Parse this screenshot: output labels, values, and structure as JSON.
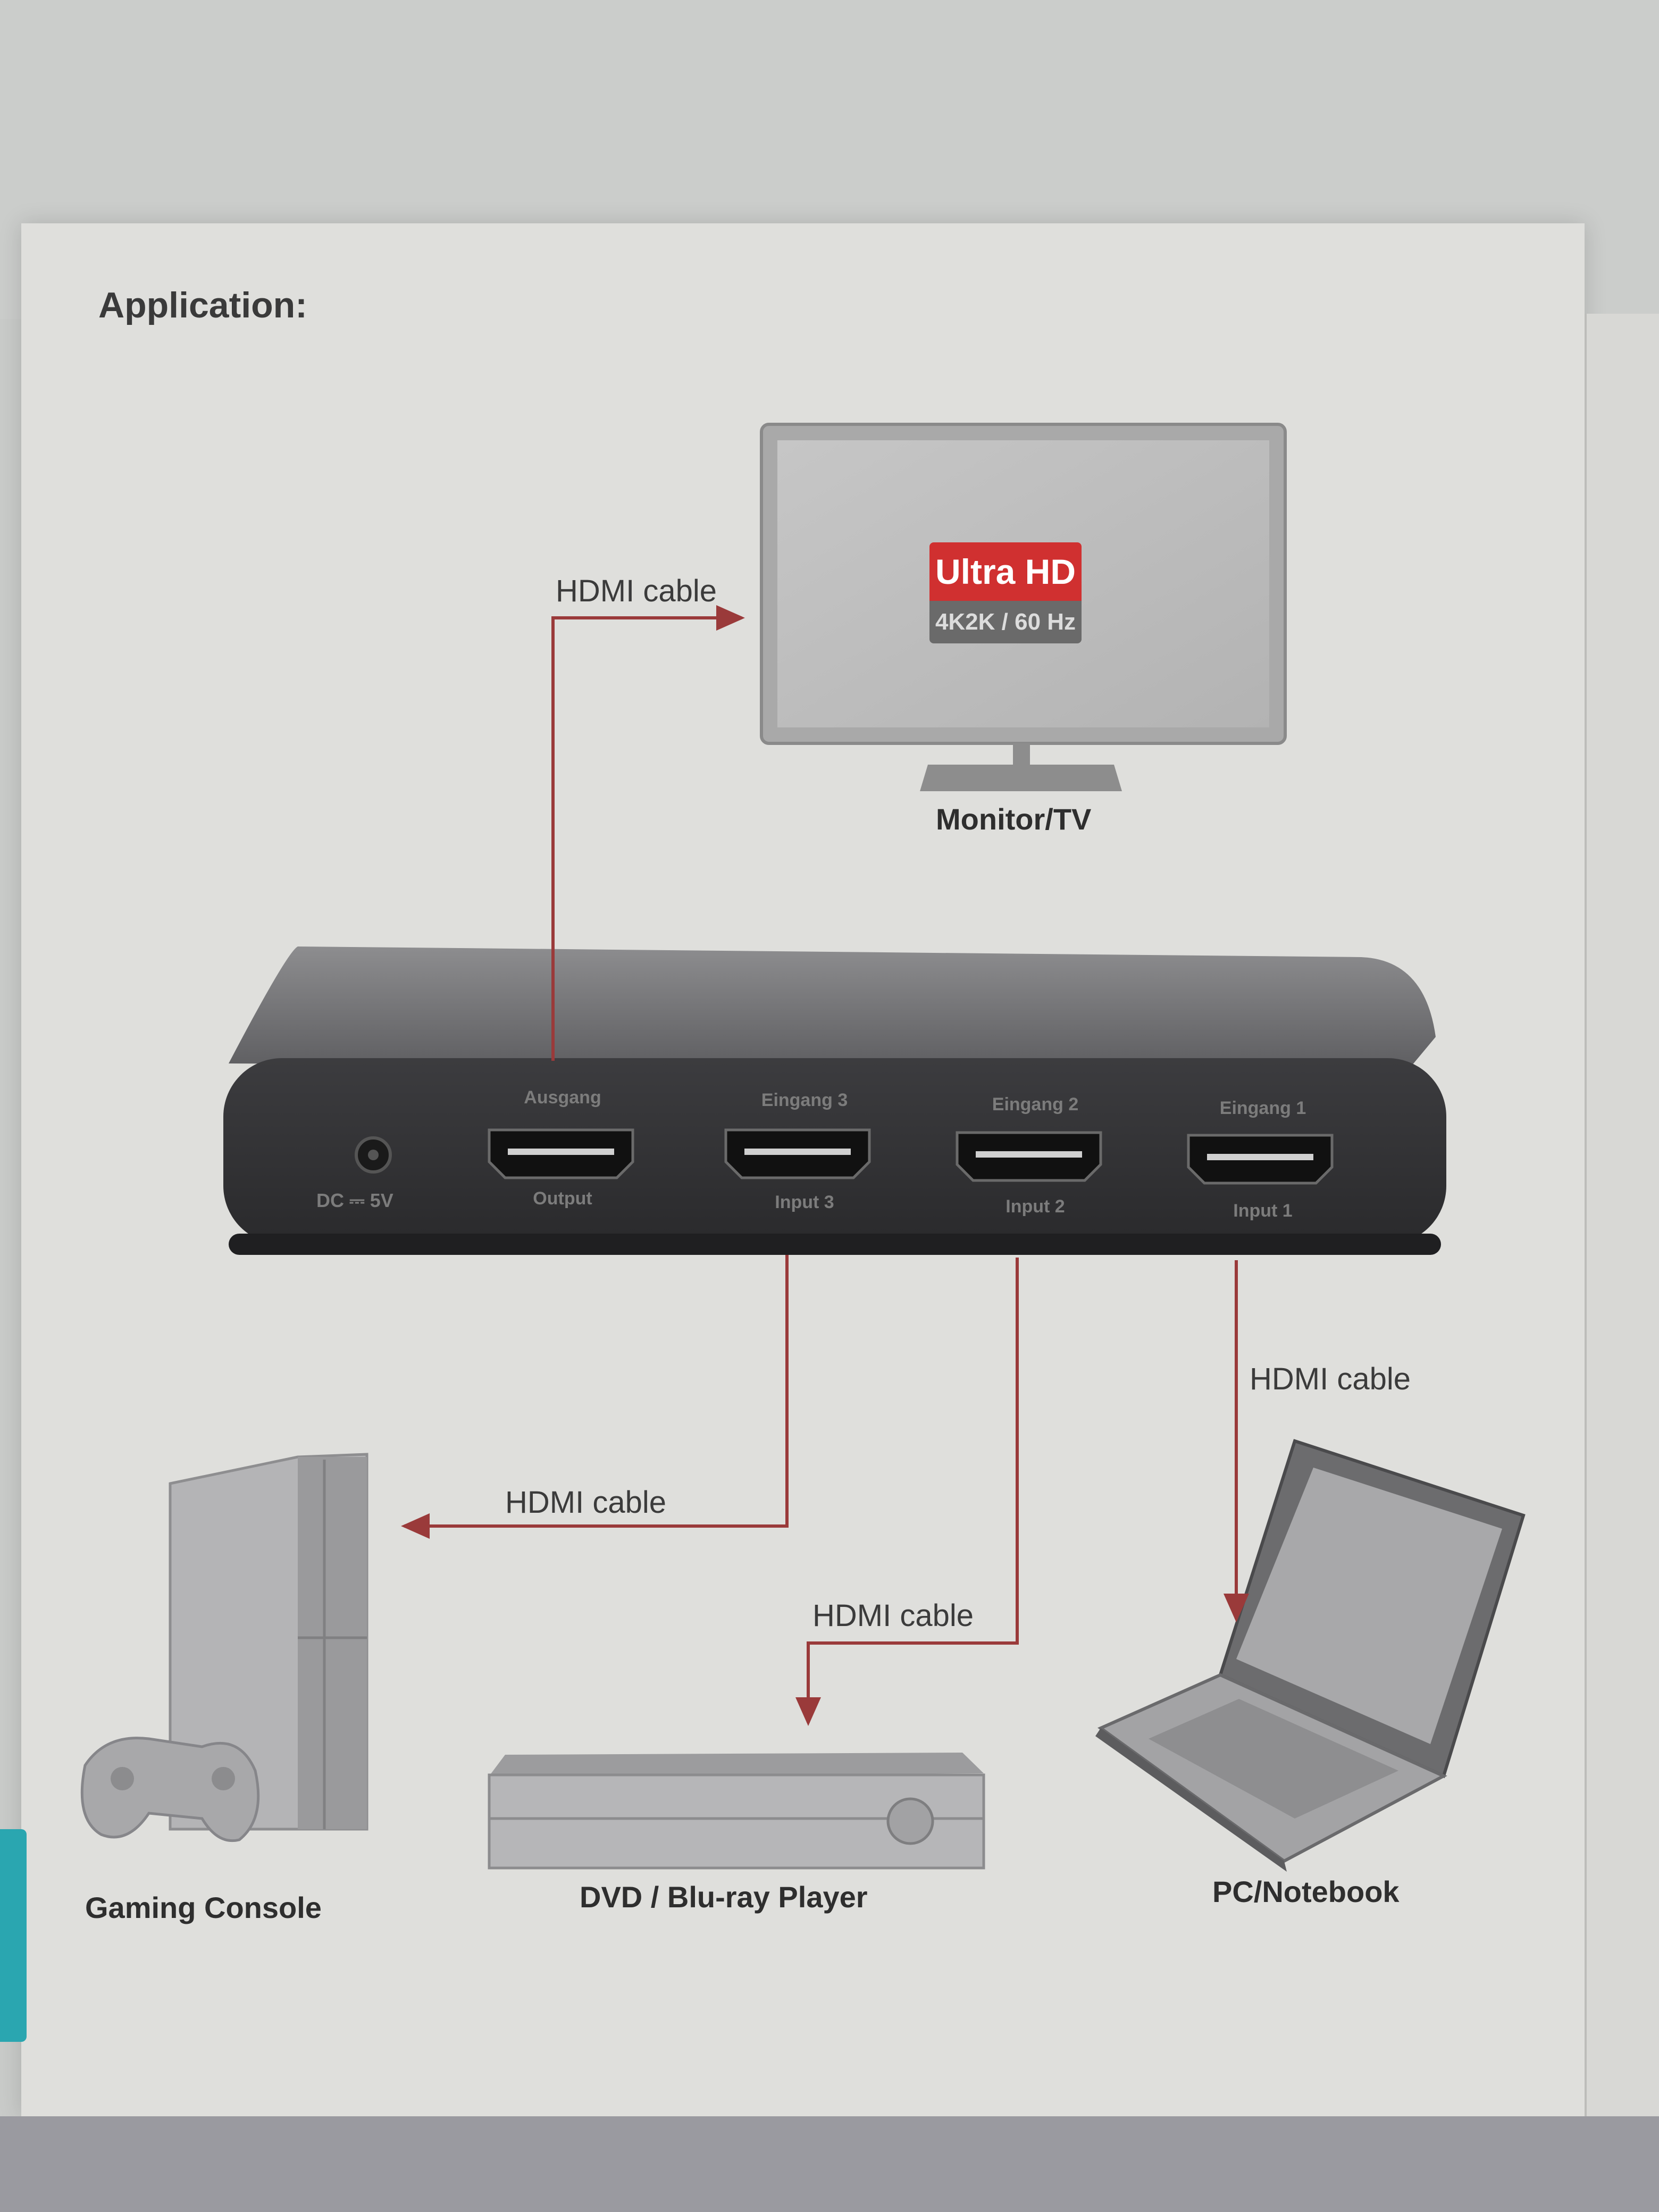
{
  "title": "Application:",
  "cables": {
    "output": "HDMI cable",
    "input1": "HDMI cable",
    "input2": "HDMI cable",
    "input3": "HDMI cable"
  },
  "monitor": {
    "label": "Monitor/TV",
    "badge_title": "Ultra HD",
    "badge_sub": "4K2K / 60 Hz"
  },
  "switch": {
    "power_label": "DC ⎓ 5V",
    "ports": [
      {
        "top": "Ausgang",
        "bottom": "Output"
      },
      {
        "top": "Eingang 3",
        "bottom": "Input 3"
      },
      {
        "top": "Eingang 2",
        "bottom": "Input 2"
      },
      {
        "top": "Eingang 1",
        "bottom": "Input 1"
      }
    ]
  },
  "devices": {
    "console": "Gaming Console",
    "player": "DVD / Blu-ray Player",
    "notebook": "PC/Notebook"
  },
  "colors": {
    "cable": "#9a3a3a",
    "badge_red": "#d03030",
    "device_dark": "#3a3a3c"
  }
}
